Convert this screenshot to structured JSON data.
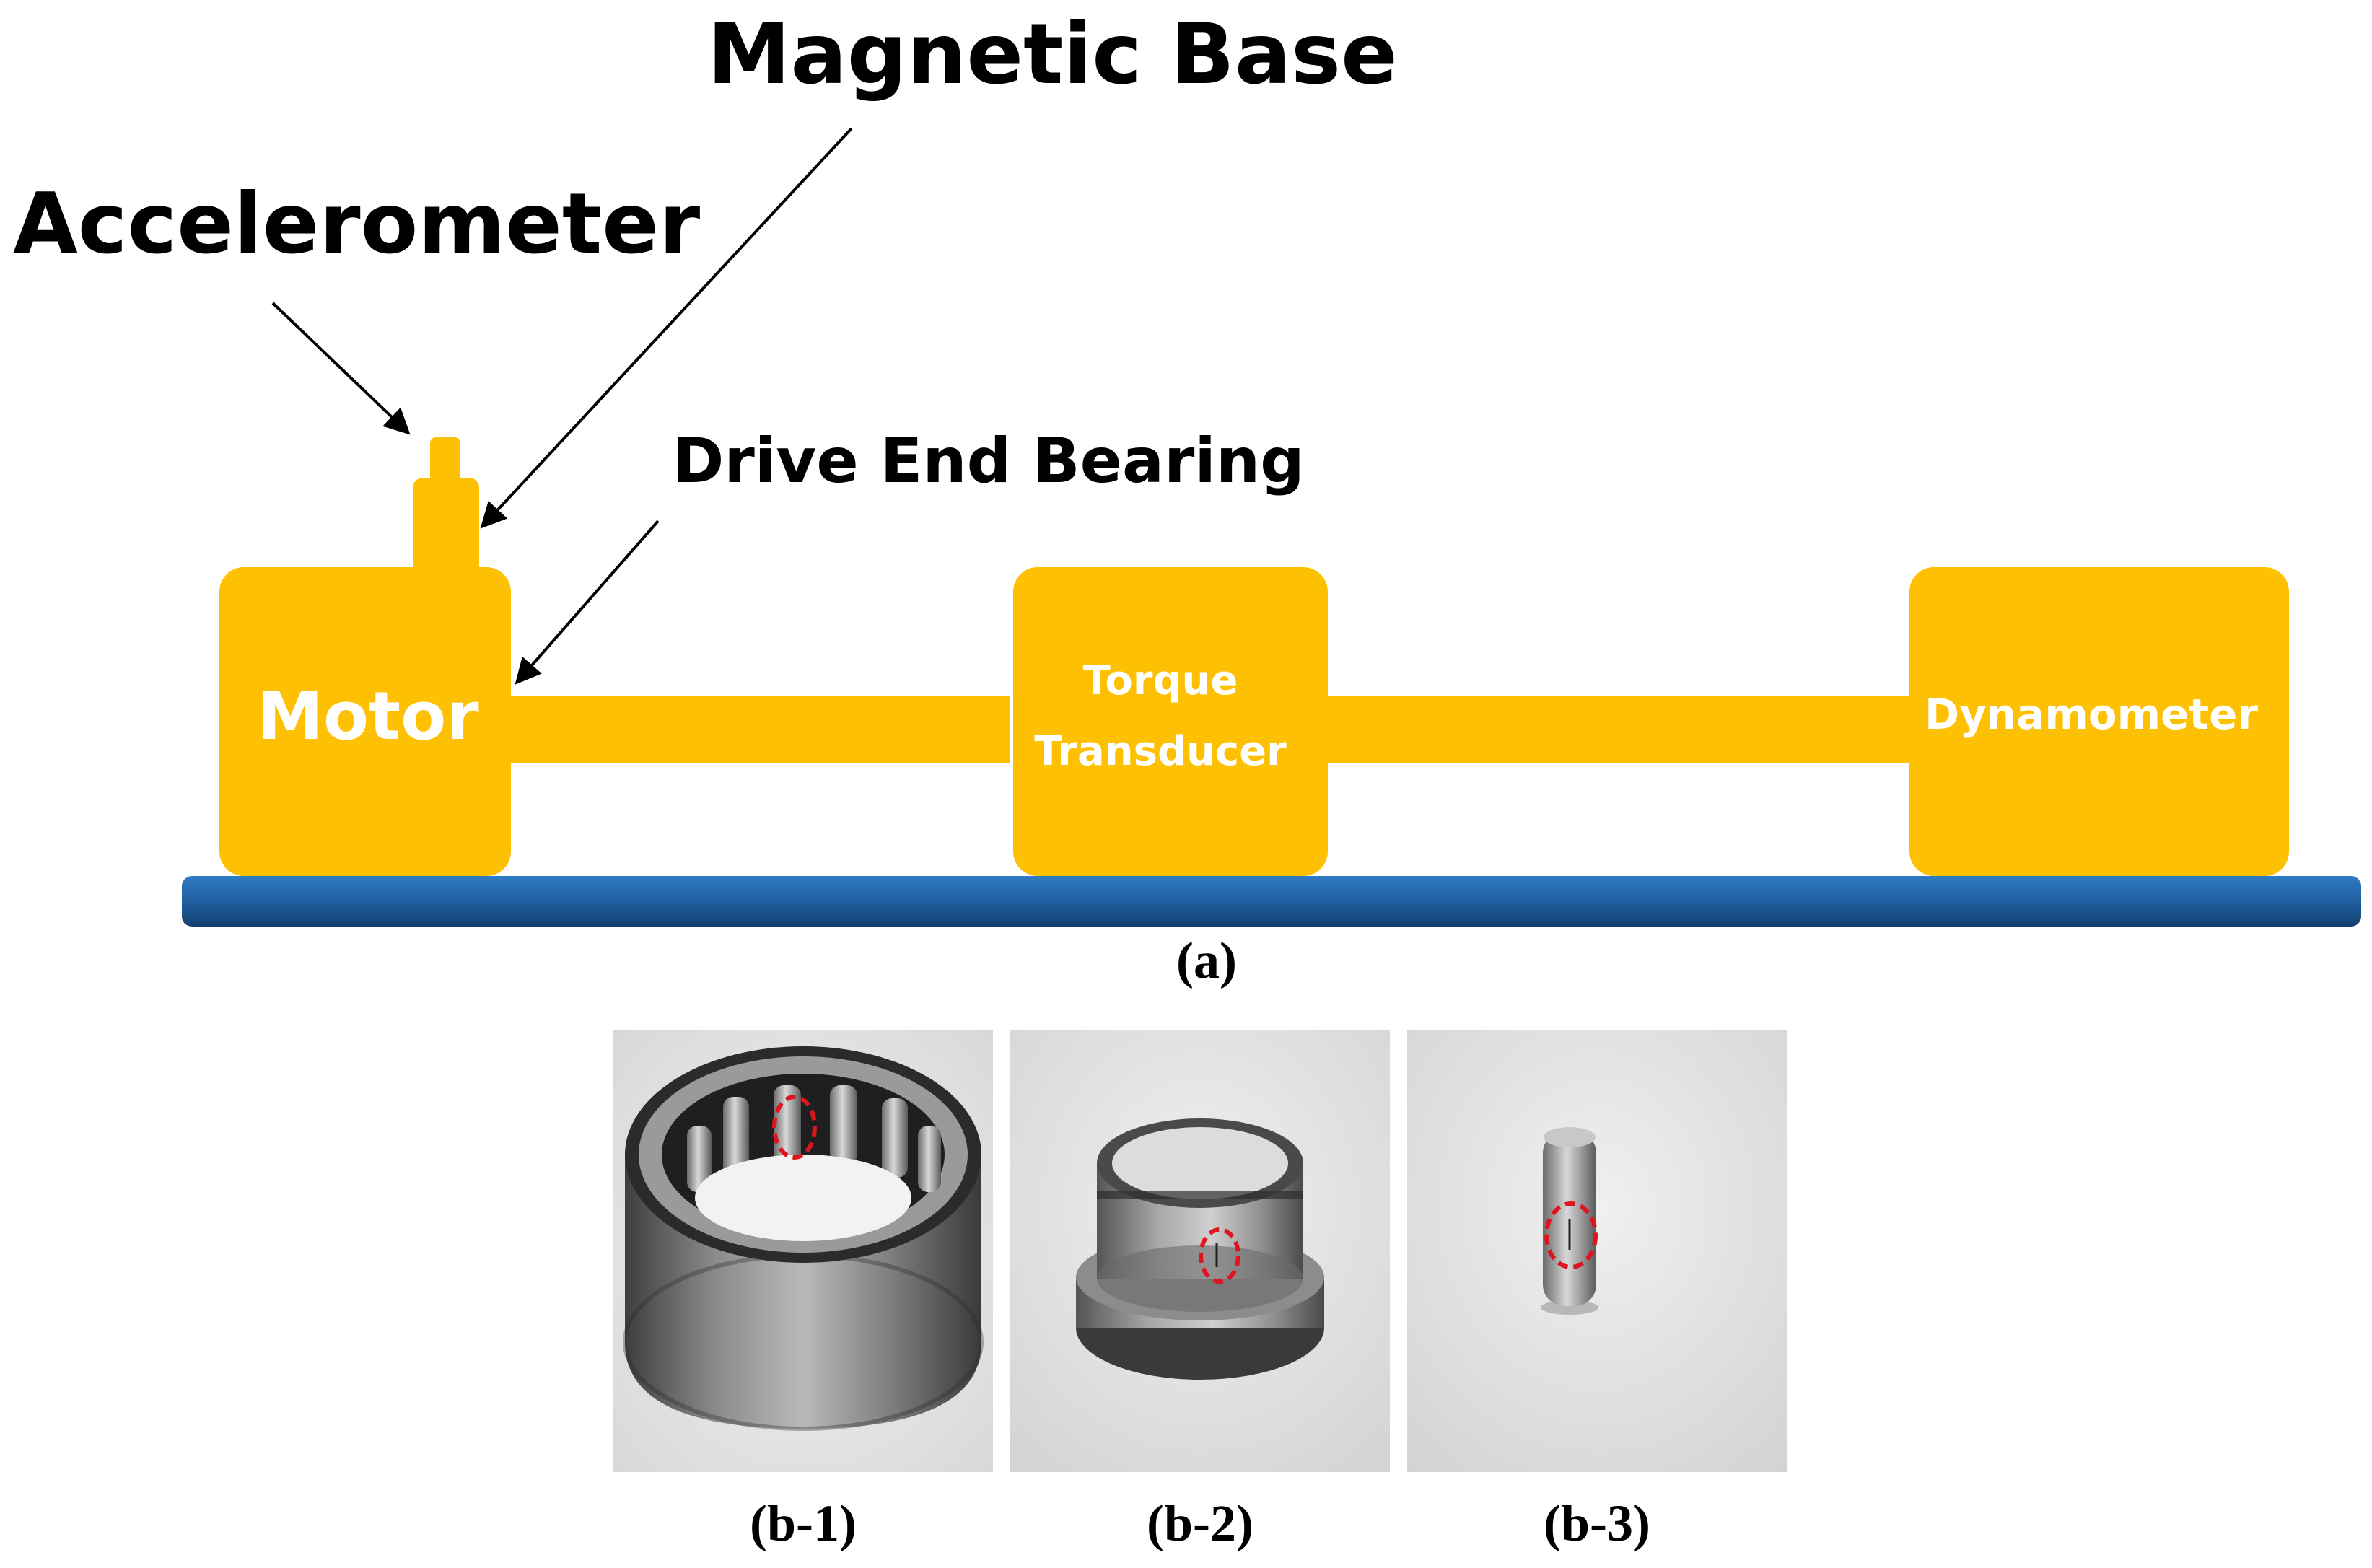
{
  "labels": {
    "magnetic_base": "Magnetic Base",
    "accelerometer": "Accelerometer",
    "drive_end_bearing": "Drive End Bearing"
  },
  "components": {
    "motor": "Motor",
    "torque_line1": "Torque",
    "torque_line2": "Transducer",
    "dynamometer": "Dynamometer"
  },
  "captions": {
    "a": "(a)",
    "b1": "(b-1)",
    "b2": "(b-2)",
    "b3": "(b-3)"
  },
  "colors": {
    "component": "#fdc003",
    "base_rail": "#1f5fa0",
    "fault_marker": "#e0141e",
    "arrow": "#000000"
  }
}
